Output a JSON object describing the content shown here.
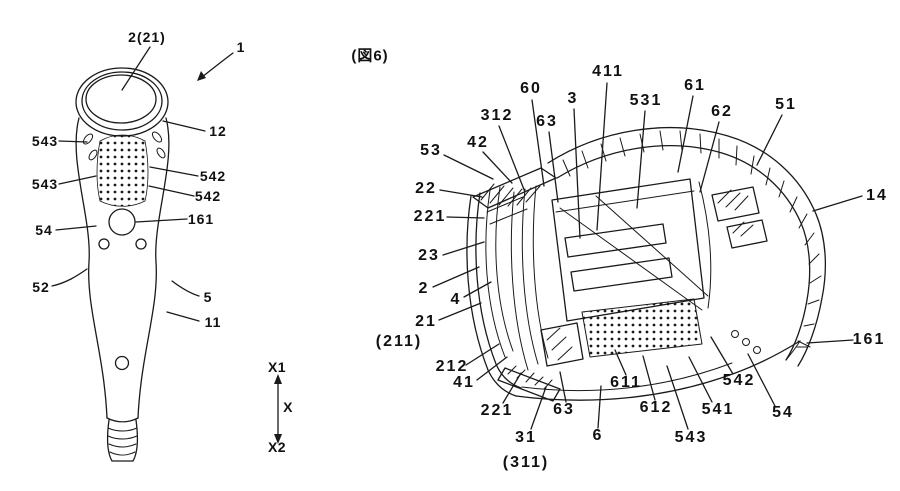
{
  "colors": {
    "line": "#1a1a1a",
    "background": "#ffffff",
    "label_text": "#111111"
  },
  "left_view": {
    "labels": {
      "head_ref": "2(21)",
      "device_ref": "1",
      "ref12": "12",
      "ref543_upper": "543",
      "ref543_lower": "543",
      "ref542_upper": "542",
      "ref542_lower": "542",
      "ref161": "161",
      "ref54": "54",
      "ref52": "52",
      "ref5": "5",
      "ref11": "11"
    },
    "axis": {
      "top": "X1",
      "mid": "X",
      "bottom": "X2"
    }
  },
  "right_view": {
    "figure_label": "(図6)",
    "labels": {
      "ref411": "411",
      "ref60": "60",
      "ref3": "3",
      "ref531": "531",
      "ref61": "61",
      "ref62": "62",
      "ref51": "51",
      "ref312": "312",
      "ref63_top": "63",
      "ref42": "42",
      "ref53": "53",
      "ref22": "22",
      "ref221_top": "221",
      "ref14": "14",
      "ref23": "23",
      "ref2": "2",
      "ref4": "4",
      "ref21": "21",
      "ref211": "(211)",
      "ref212": "212",
      "ref41": "41",
      "ref221_bottom": "221",
      "ref63_bottom": "63",
      "ref611": "611",
      "ref6": "6",
      "ref612": "612",
      "ref541": "541",
      "ref543": "543",
      "ref542": "542",
      "ref54": "54",
      "ref161": "161",
      "ref31": "31",
      "ref311": "(311)"
    }
  }
}
